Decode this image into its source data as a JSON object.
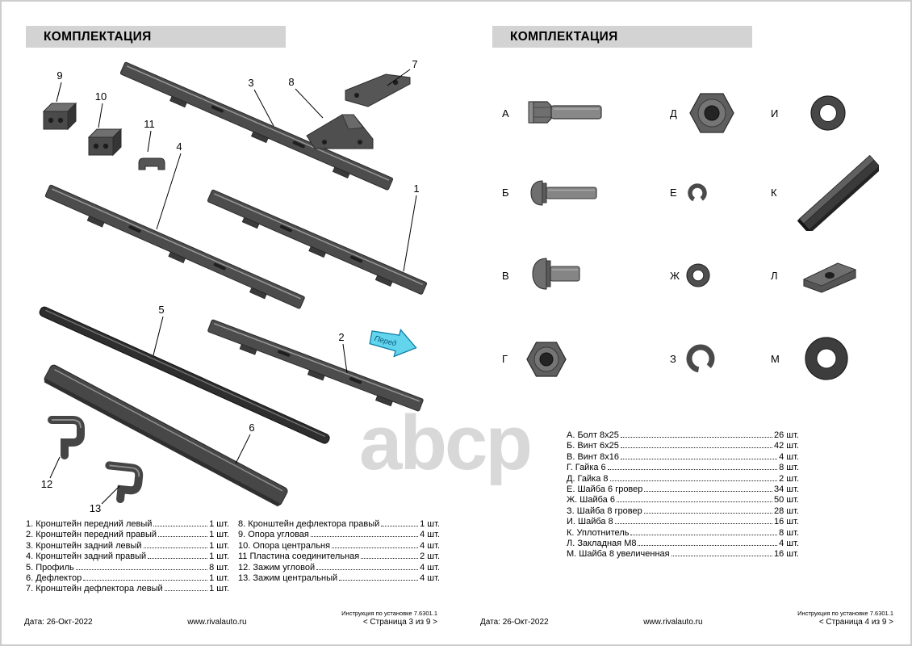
{
  "left_page": {
    "header": "КОМПЛЕКТАЦИЯ",
    "diagram": {
      "callouts": [
        "1",
        "2",
        "3",
        "4",
        "5",
        "6",
        "7",
        "8",
        "9",
        "10",
        "11",
        "12",
        "13"
      ],
      "direction_label": "Перед"
    },
    "parts_col1": [
      {
        "name": "1. Кронштейн передний левый",
        "qty": "1 шт."
      },
      {
        "name": "2. Кронштейн передний правый",
        "qty": "1 шт."
      },
      {
        "name": "3. Кронштейн задний левый",
        "qty": "1 шт."
      },
      {
        "name": "4. Кронштейн задний правый",
        "qty": "1 шт."
      },
      {
        "name": "5. Профиль",
        "qty": "8 шт."
      },
      {
        "name": "6. Дефлектор",
        "qty": "1 шт."
      },
      {
        "name": "7. Кронштейн дефлектора левый",
        "qty": "1 шт."
      }
    ],
    "parts_col2": [
      {
        "name": "8. Кронштейн дефлектора правый",
        "qty": "1 шт."
      },
      {
        "name": "9. Опора угловая",
        "qty": "4 шт."
      },
      {
        "name": "10. Опора центральня",
        "qty": "4 шт."
      },
      {
        "name": "11 Пластина соединительная",
        "qty": "2 шт."
      },
      {
        "name": "12. Зажим угловой",
        "qty": "4 шт."
      },
      {
        "name": "13. Зажим центральный",
        "qty": "4 шт."
      }
    ],
    "footer": {
      "date": "Дата: 26-Окт-2022",
      "site": "www.rivalauto.ru",
      "doc_ref": "Инструкция по установке 7.6301.1",
      "page": "< Страница 3 из 9 >"
    }
  },
  "right_page": {
    "header": "КОМПЛЕКТАЦИЯ",
    "fastener_letters": [
      "А",
      "Д",
      "И",
      "Б",
      "Е",
      "К",
      "В",
      "Ж",
      "Л",
      "Г",
      "З",
      "М"
    ],
    "list": [
      {
        "name": "А. Болт 8х25",
        "qty": "26 шт."
      },
      {
        "name": "Б. Винт 6х25",
        "qty": "42 шт."
      },
      {
        "name": "В. Винт 8х16",
        "qty": "4 шт."
      },
      {
        "name": "Г. Гайка 6",
        "qty": "8 шт."
      },
      {
        "name": "Д. Гайка 8",
        "qty": "2 шт."
      },
      {
        "name": "Е. Шайба 6 гровер",
        "qty": "34 шт."
      },
      {
        "name": "Ж. Шайба 6",
        "qty": "50 шт."
      },
      {
        "name": "З. Шайба 8 гровер",
        "qty": "28 шт."
      },
      {
        "name": "И. Шайба 8",
        "qty": "16 шт."
      },
      {
        "name": "К. Уплотнитель",
        "qty": "8 шт."
      },
      {
        "name": "Л. Закладная М8",
        "qty": "4 шт."
      },
      {
        "name": "М. Шайба 8 увеличенная",
        "qty": "16 шт."
      }
    ],
    "footer": {
      "date": "Дата: 26-Окт-2022",
      "site": "www.rivalauto.ru",
      "doc_ref": "Инструкция по установке 7.6301.1",
      "page": "< Страница 4 из 9 >"
    }
  },
  "watermark": "abcp"
}
